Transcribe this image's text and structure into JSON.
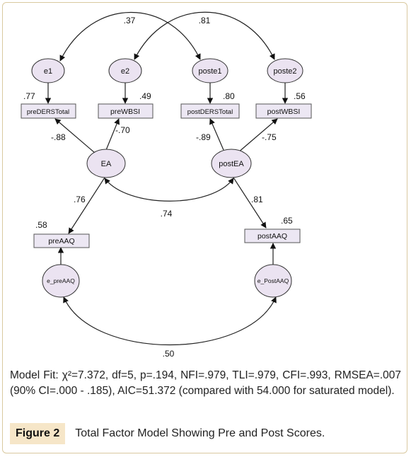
{
  "diagram": {
    "latent": {
      "ea": "EA",
      "post_ea": "postEA"
    },
    "errors": {
      "e1": "e1",
      "e2": "e2",
      "poste1": "poste1",
      "poste2": "poste2",
      "e_pre_aaq": "e_preAAQ",
      "e_post_aaq": "e_PostAAQ"
    },
    "observed": {
      "pre_ders": "preDERSTotal",
      "pre_wbsi": "preWBSI",
      "post_ders": "postDERSTotal",
      "post_wbsi": "postWBSI",
      "pre_aaq": "preAAQ",
      "post_aaq": "postAAQ"
    },
    "r_squared": {
      "pre_ders": ".77",
      "pre_wbsi": ".49",
      "post_ders": ".80",
      "post_wbsi": ".56",
      "pre_aaq": ".58",
      "post_aaq": ".65"
    },
    "loadings": {
      "ea_pre_ders": "-.88",
      "ea_pre_wbsi": "-.70",
      "post_ea_post_ders": "-.89",
      "post_ea_post_wbsi": "-.75",
      "ea_pre_aaq": ".76",
      "post_ea_post_aaq": ".81"
    },
    "covariances": {
      "e1_poste1": ".37",
      "e2_poste2": ".81",
      "ea_post_ea": ".74",
      "e_pre_aaq_e_post_aaq": ".50"
    }
  },
  "model_fit": "Model Fit: χ²=7.372, df=5, p=.194, NFI=.979, TLI=.979, CFI=.993, RMSEA=.007 (90% CI=.000 - .185), AIC=51.372 (compared with 54.000 for saturated model).",
  "caption": {
    "label": "Figure 2",
    "text": "Total Factor Model Showing Pre and Post Scores."
  },
  "colors": {
    "node_fill": "#ebe3f1",
    "box_fill": "#ece7f3",
    "badge": "#f6e6c8",
    "border": "#d9c9a0"
  }
}
